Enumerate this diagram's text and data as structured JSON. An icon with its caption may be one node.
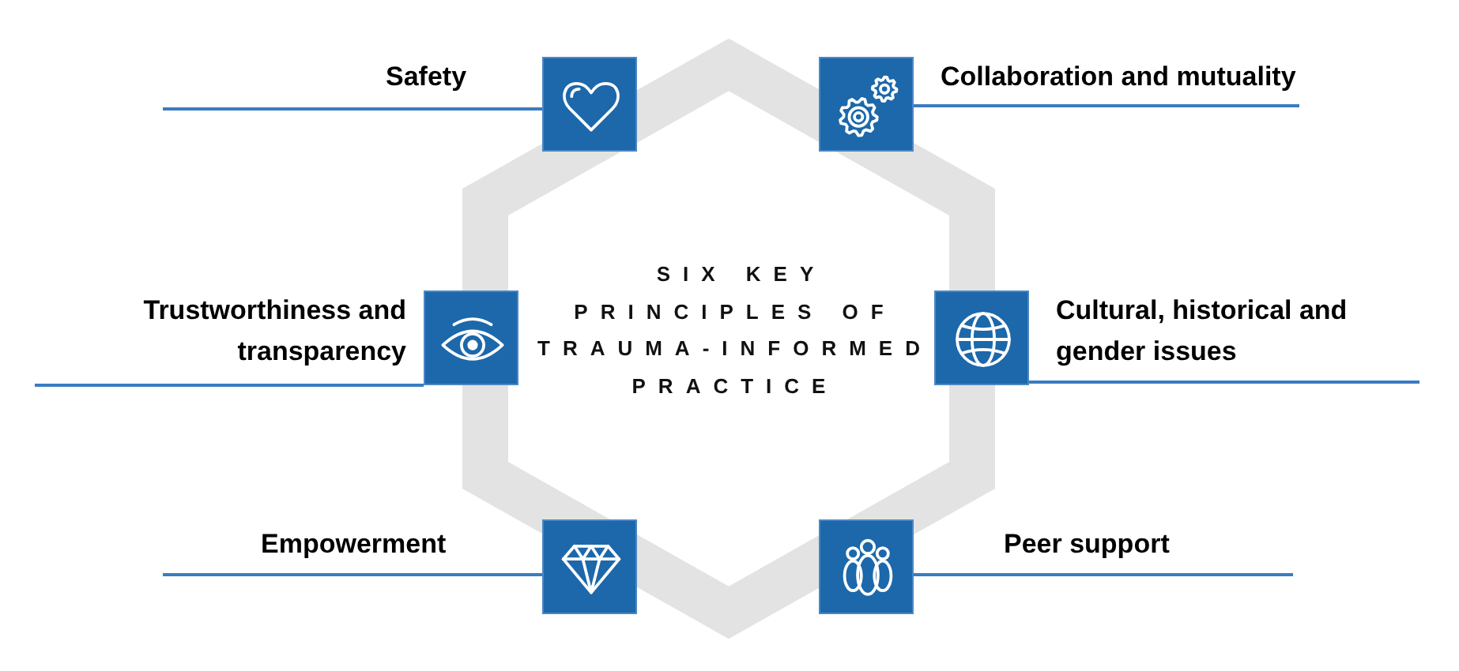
{
  "diagram": {
    "title": "SIX KEY PRINCIPLES OF TRAUMA-INFORMED PRACTICE",
    "nodes": [
      {
        "text": [],
        "shape": "box",
        "beside": [
          "Safety"
        ]
      },
      {
        "text": [],
        "shape": "box",
        "beside": [
          "Collaboration and mutuality"
        ]
      },
      {
        "text": [],
        "shape": "box",
        "beside": [
          "Trustworthiness and transparency"
        ]
      },
      {
        "text": [],
        "shape": "box",
        "beside": [
          "Cultural, historical and gender issues"
        ]
      },
      {
        "text": [],
        "shape": "box",
        "beside": [
          "Empowerment"
        ]
      },
      {
        "text": [],
        "shape": "box",
        "beside": [
          "Peer support"
        ]
      }
    ]
  }
}
